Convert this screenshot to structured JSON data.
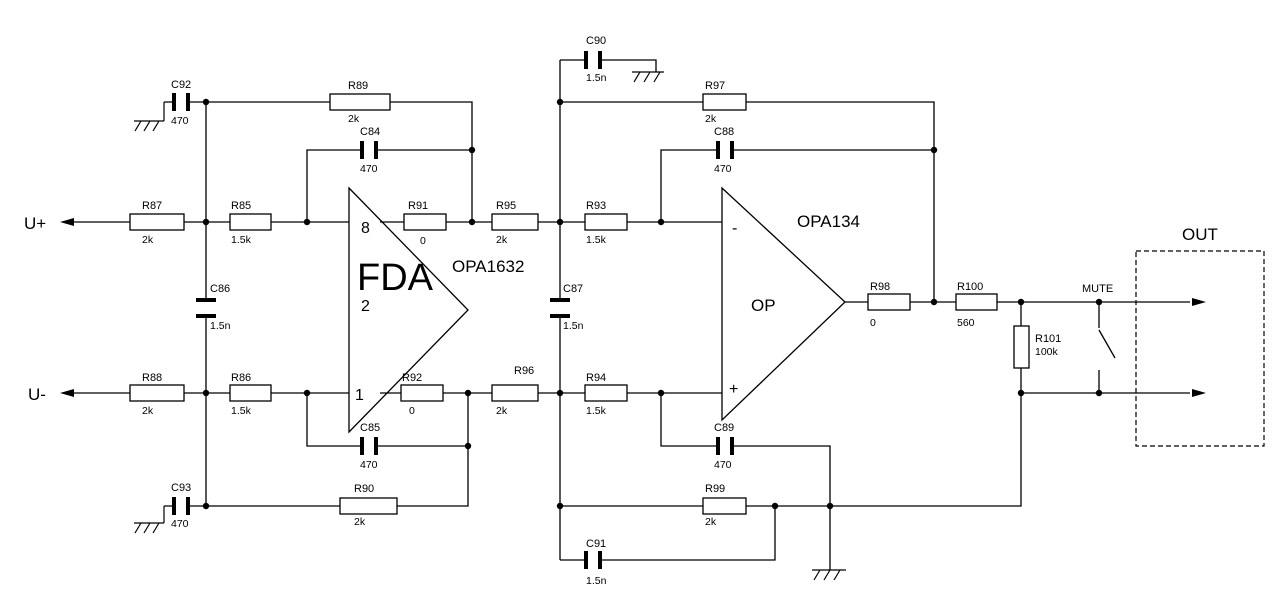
{
  "terminals": {
    "in_pos": "U+",
    "in_neg": "U-",
    "out": "OUT",
    "mute": "MUTE"
  },
  "amps": {
    "fda": {
      "name": "FDA",
      "part": "OPA1632",
      "pin_top": "8",
      "pin_mid": "2",
      "pin_bot": "1"
    },
    "op": {
      "name": "OP",
      "part": "OPA134",
      "minus": "-",
      "plus": "+"
    }
  },
  "resistors": {
    "R87": {
      "name": "R87",
      "value": "2k"
    },
    "R85": {
      "name": "R85",
      "value": "1.5k"
    },
    "R88": {
      "name": "R88",
      "value": "2k"
    },
    "R86": {
      "name": "R86",
      "value": "1.5k"
    },
    "R89": {
      "name": "R89",
      "value": "2k"
    },
    "R90": {
      "name": "R90",
      "value": "2k"
    },
    "R91": {
      "name": "R91",
      "value": "0"
    },
    "R92": {
      "name": "R92",
      "value": "0"
    },
    "R95": {
      "name": "R95",
      "value": "2k"
    },
    "R96": {
      "name": "R96",
      "value": "2k"
    },
    "R93": {
      "name": "R93",
      "value": "1.5k"
    },
    "R94": {
      "name": "R94",
      "value": "1.5k"
    },
    "R97": {
      "name": "R97",
      "value": "2k"
    },
    "R99": {
      "name": "R99",
      "value": "2k"
    },
    "R98": {
      "name": "R98",
      "value": "0"
    },
    "R100": {
      "name": "R100",
      "value": "560"
    },
    "R101": {
      "name": "R101",
      "value": "100k"
    }
  },
  "capacitors": {
    "C92": {
      "name": "C92",
      "value": "470"
    },
    "C93": {
      "name": "C93",
      "value": "470"
    },
    "C84": {
      "name": "C84",
      "value": "470"
    },
    "C85": {
      "name": "C85",
      "value": "470"
    },
    "C86": {
      "name": "C86",
      "value": "1.5n"
    },
    "C87": {
      "name": "C87",
      "value": "1.5n"
    },
    "C88": {
      "name": "C88",
      "value": "470"
    },
    "C89": {
      "name": "C89",
      "value": "470"
    },
    "C90": {
      "name": "C90",
      "value": "1.5n"
    },
    "C91": {
      "name": "C91",
      "value": "1.5n"
    }
  }
}
